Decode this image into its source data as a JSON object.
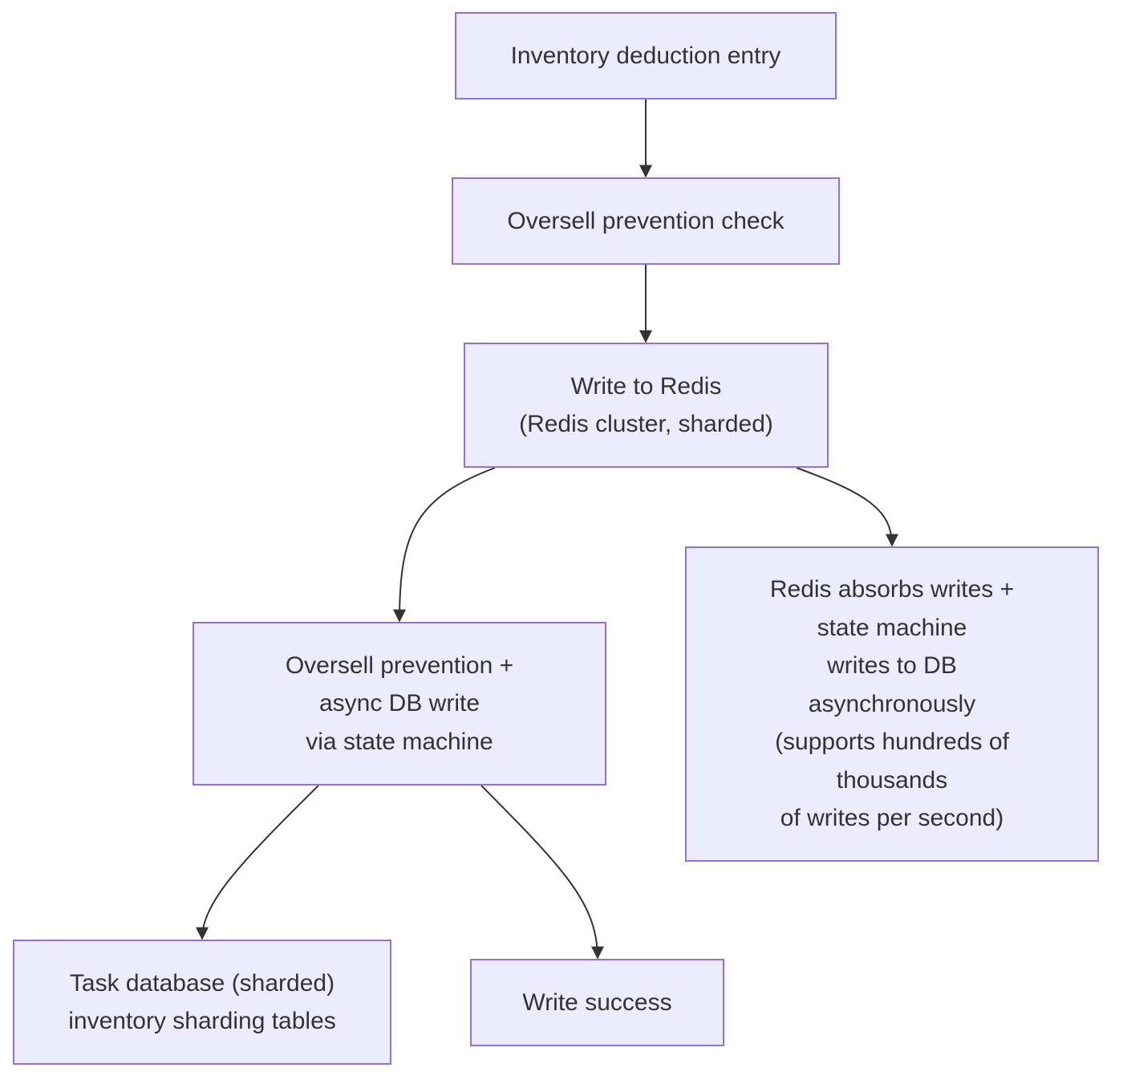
{
  "diagram": {
    "nodes": [
      {
        "id": "entry",
        "lines": [
          "Inventory deduction entry"
        ]
      },
      {
        "id": "check",
        "lines": [
          "Oversell prevention check"
        ]
      },
      {
        "id": "redis",
        "lines": [
          "Write to Redis",
          "(Redis cluster, sharded)"
        ]
      },
      {
        "id": "async",
        "lines": [
          "Oversell prevention +",
          "async DB write",
          "via state machine"
        ]
      },
      {
        "id": "absorb",
        "lines": [
          "Redis absorbs writes +",
          "state machine",
          "writes to DB",
          "asynchronously",
          "(supports hundreds of",
          "thousands",
          "of writes per second)"
        ]
      },
      {
        "id": "taskdb",
        "lines": [
          "Task database (sharded)",
          "inventory sharding tables"
        ]
      },
      {
        "id": "success",
        "lines": [
          "Write success"
        ]
      }
    ],
    "edges": [
      {
        "from": "entry",
        "to": "check"
      },
      {
        "from": "check",
        "to": "redis"
      },
      {
        "from": "redis",
        "to": "async"
      },
      {
        "from": "redis",
        "to": "absorb"
      },
      {
        "from": "async",
        "to": "taskdb"
      },
      {
        "from": "async",
        "to": "success"
      }
    ],
    "colors": {
      "node_fill": "#ECECFF",
      "node_border": "#9370DB",
      "text": "#333333",
      "edge": "#333333"
    }
  }
}
